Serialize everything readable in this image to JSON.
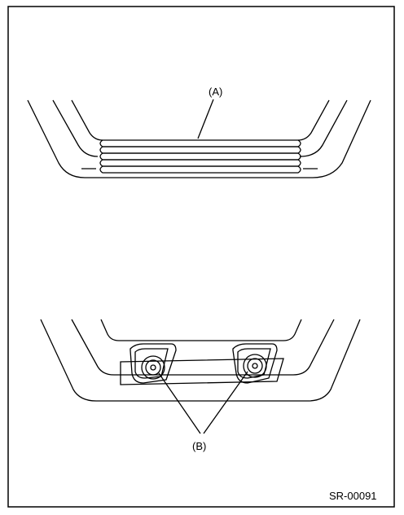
{
  "labels": {
    "a": "(A)",
    "b": "(B)"
  },
  "figure_code": "SR-00091",
  "colors": {
    "stroke": "#000000",
    "background": "#ffffff"
  }
}
